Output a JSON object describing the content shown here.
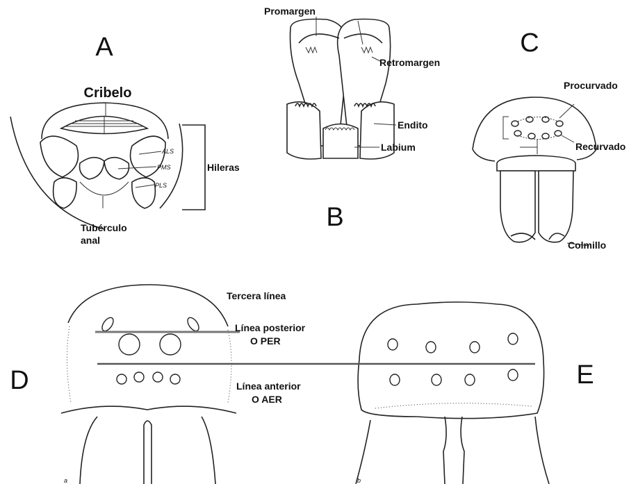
{
  "panels": {
    "a": "A",
    "b": "B",
    "c": "C",
    "d": "D",
    "e": "E"
  },
  "panel_a": {
    "cribelo": "Cribelo",
    "als": "ALS",
    "pms": "PMS",
    "pls": "PLS",
    "hileras": "Hileras",
    "tuberculo_1": "Tubérculo",
    "tuberculo_2": "anal"
  },
  "panel_b": {
    "promargen": "Promargen",
    "retromargen": "Retromargen",
    "endito": "Endito",
    "labium": "Labium"
  },
  "panel_c": {
    "procurvado": "Procurvado",
    "recurvado": "Recurvado",
    "colmillo": "Colmillo"
  },
  "panel_de": {
    "tercera_linea": "Tercera línea",
    "posterior_1": "Línea posterior",
    "posterior_2": "O PER",
    "anterior_1": "Línea anterior",
    "anterior_2": "O AER",
    "mark_a": "a",
    "mark_b": "b"
  }
}
